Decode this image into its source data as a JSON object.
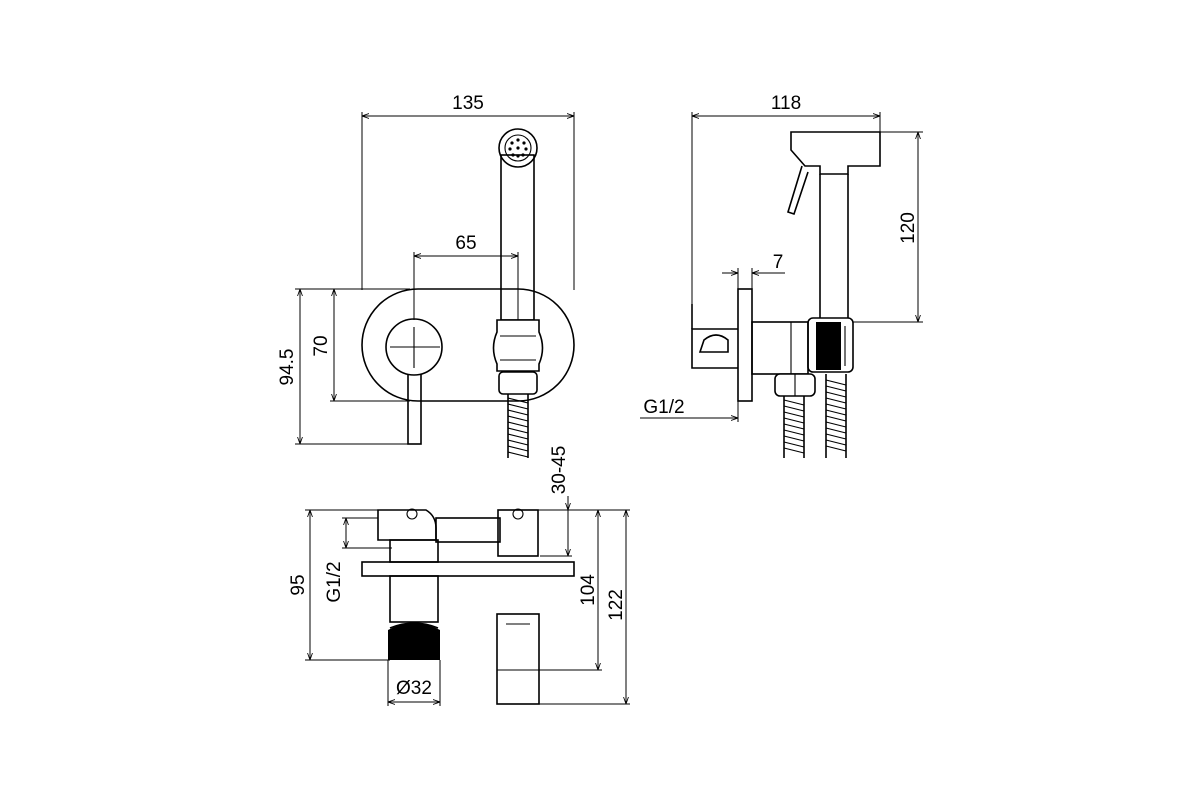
{
  "front_view": {
    "dim_total_width": "135",
    "dim_axis_distance": "65",
    "dim_plate_height": "70",
    "dim_overall_height": "94.5"
  },
  "side_view": {
    "dim_depth": "118",
    "dim_head_height": "120",
    "dim_plate_thickness": "7",
    "thread_label": "G1/2"
  },
  "top_view": {
    "dim_adjust_range": "30-45",
    "dim_body_height": "95",
    "thread_label": "G1/2",
    "dim_diameter": "Ø32",
    "dim_spout_height": "104",
    "dim_total_height": "122"
  }
}
